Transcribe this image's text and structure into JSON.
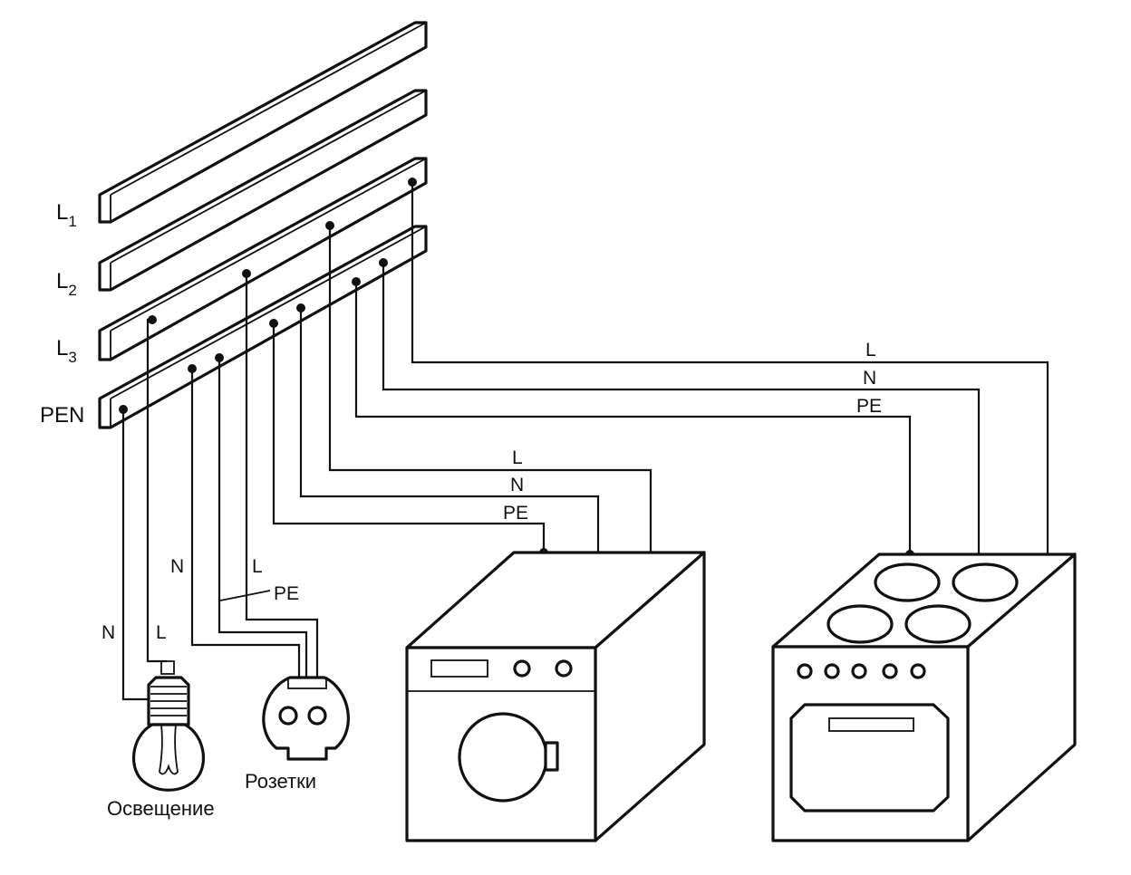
{
  "busbars": [
    {
      "id": "L1",
      "main": "L",
      "sub": "1"
    },
    {
      "id": "L2",
      "main": "L",
      "sub": "2"
    },
    {
      "id": "L3",
      "main": "L",
      "sub": "3"
    },
    {
      "id": "PEN",
      "main": "PEN",
      "sub": ""
    }
  ],
  "wire_labels": {
    "lighting": {
      "n": "N",
      "l": "L"
    },
    "sockets": {
      "n": "N",
      "l": "L",
      "pe": "PE"
    },
    "washer": {
      "l": "L",
      "n": "N",
      "pe": "PE"
    },
    "stove": {
      "l": "L",
      "n": "N",
      "pe": "PE"
    }
  },
  "captions": {
    "lighting": "Освещение",
    "sockets": "Розетки"
  },
  "icons": [
    "light-bulb-icon",
    "socket-icon",
    "washing-machine-icon",
    "electric-stove-icon"
  ]
}
